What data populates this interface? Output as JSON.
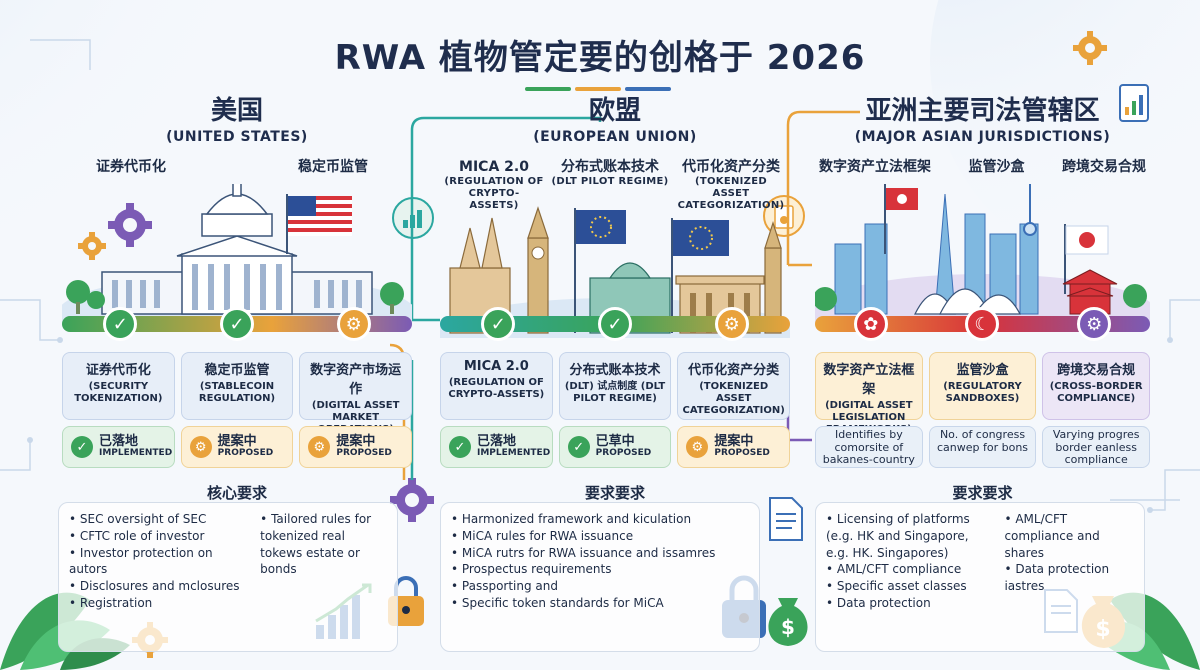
{
  "title": "RWA 植物管定要的创格于 2026",
  "colors": {
    "green": "#3aa35a",
    "orange": "#e9a23b",
    "blue": "#3b6fb6",
    "teal": "#2ba7a0",
    "purple": "#7b5bb5",
    "red": "#d8333a"
  },
  "us": {
    "title": "美国",
    "subtitle": "(UNITED STATES)",
    "top_labels": [
      "证券代币化",
      "稳定币监管"
    ],
    "cards": [
      {
        "zh": "证券代币化",
        "en": "(SECURITY TOKENIZATION)"
      },
      {
        "zh": "稳定币监管",
        "en": "(STABLECOIN REGULATION)"
      },
      {
        "zh": "数字资产市场运作",
        "en": "(DIGITAL ASSET MARKET OPERATIONS)"
      }
    ],
    "status": [
      {
        "zh": "已落地",
        "en": "IMPLEMENTED",
        "type": "impl"
      },
      {
        "zh": "提案中",
        "en": "PROPOSED",
        "type": "prop"
      },
      {
        "zh": "提案中",
        "en": "PROPOSED",
        "type": "prop"
      }
    ],
    "req_title": "核心要求",
    "req_left": [
      "SEC oversight of SEC",
      "CFTC role of investor",
      "Investor protection on autors",
      "Disclosures and mclosures",
      "Registration"
    ],
    "req_right": [
      "Tailored rules for tokenized real tokews estate or bonds"
    ]
  },
  "eu": {
    "title": "欧盟",
    "subtitle": "(EUROPEAN UNION)",
    "top_labels": [
      {
        "zh": "MICA 2.0",
        "en": "(REGULATION OF CRYPTO-ASSETS)"
      },
      {
        "zh": "分布式账本技术",
        "en": "(DLT PILOT REGIME)"
      },
      {
        "zh": "代币化资产分类",
        "en": "(TOKENIZED ASSET CATEGORIZATION)"
      }
    ],
    "cards": [
      {
        "zh": "MICA 2.0",
        "en": "(REGULATION OF CRYPTO-ASSETS)"
      },
      {
        "zh": "分布式账本技术",
        "en": "(DLT) 试点制度 (DLT PILOT REGIME)"
      },
      {
        "zh": "代币化资产分类",
        "en": "(TOKENIZED ASSET CATEGORIZATION)"
      }
    ],
    "status": [
      {
        "zh": "已落地",
        "en": "IMPLEMENTED",
        "type": "impl"
      },
      {
        "zh": "已草中",
        "en": "PROPOSED",
        "type": "impl"
      },
      {
        "zh": "提案中",
        "en": "PROPOSED",
        "type": "prop"
      }
    ],
    "req_title": "要求要求",
    "req_list": [
      "Harmonized framework and kiculation",
      "MiCA rules for RWA issuance",
      "MiCA rutrs for RWA issuance and issamres",
      "Prospectus requirements",
      "Passporting and",
      "Specific token standards for MiCA"
    ]
  },
  "asia": {
    "title": "亚洲主要司法管辖区",
    "subtitle": "(MAJOR ASIAN JURISDICTIONS)",
    "top_labels": [
      "数字资产立法框架",
      "监管沙盒",
      "跨境交易合规"
    ],
    "cards": [
      {
        "zh": "数字资产立法框架",
        "en": "(DIGITAL ASSET LEGISLATION FRAMEWORKS)"
      },
      {
        "zh": "监管沙盒",
        "en": "(REGULATORY SANDBOXES)"
      },
      {
        "zh": "跨境交易合规",
        "en": "(CROSS-BORDER COMPLIANCE)"
      }
    ],
    "descs": [
      "Identifies by comorsite of bakanes-country",
      "No. of congress canwep for bons",
      "Varying progres border eanless compliance"
    ],
    "req_title": "要求要求",
    "req_left": [
      "Licensing of platforms (e.g. HK and Singapore, e.g. HK. Singapores)",
      "AML/CFT compliance",
      "Specific asset classes",
      "Data protection"
    ],
    "req_right": [
      "AML/CFT compliance and shares",
      "Data protection iastres"
    ]
  }
}
